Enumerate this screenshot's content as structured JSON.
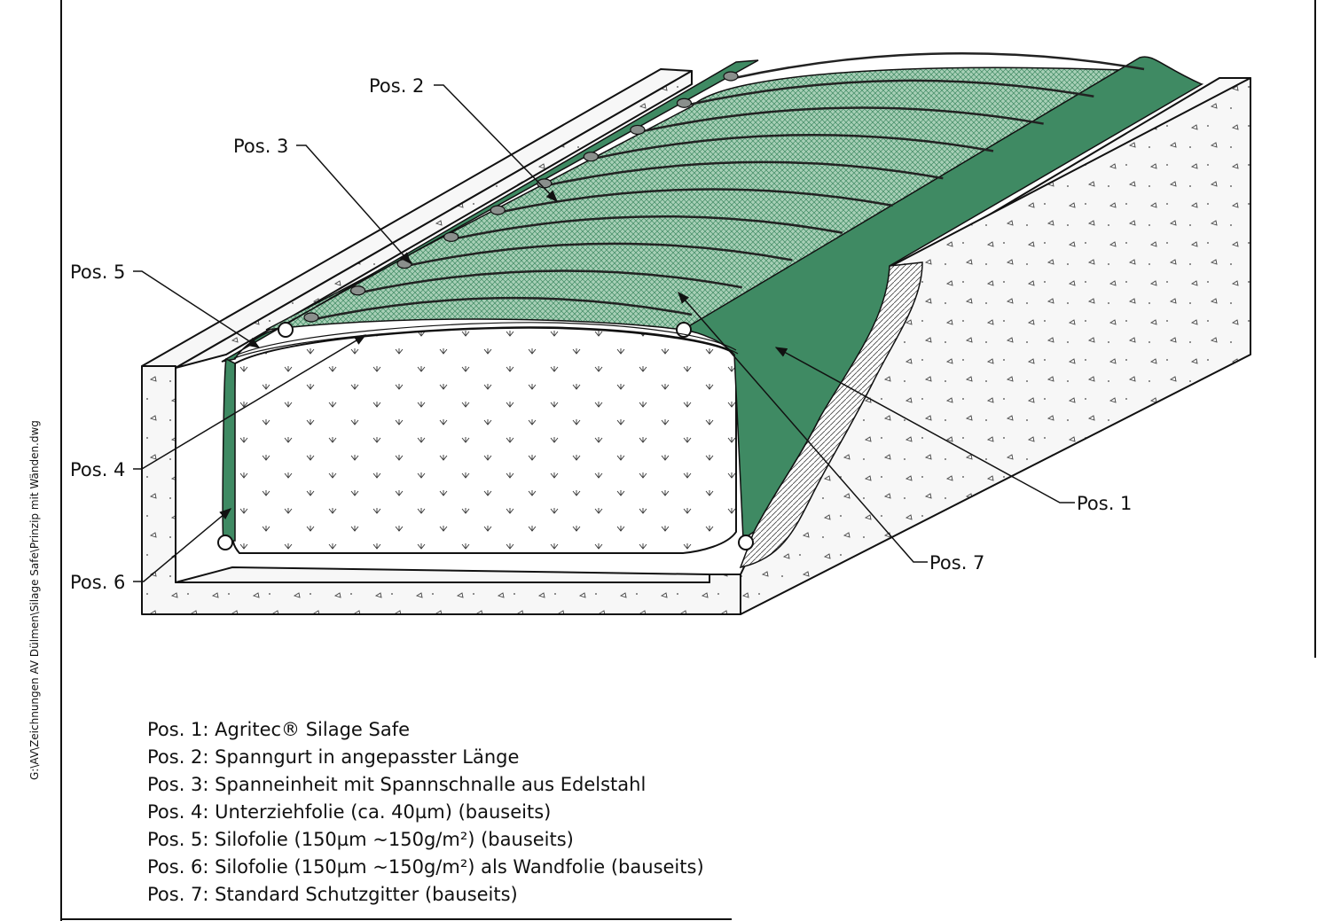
{
  "file_path": "G:\\AV\\Zeichnungen AV Dülmen\\Silage Safe\\Prinzip mit Wänden.dwg",
  "callouts": {
    "pos1": "Pos. 1",
    "pos2": "Pos. 2",
    "pos3": "Pos. 3",
    "pos4": "Pos. 4",
    "pos5": "Pos. 5",
    "pos6": "Pos. 6",
    "pos7": "Pos. 7"
  },
  "legend": [
    "Pos. 1: Agritec® Silage Safe",
    "Pos. 2: Spanngurt in angepasster Länge",
    "Pos. 3: Spanneinheit mit Spannschnalle aus Edelstahl",
    "Pos. 4: Unterziehfolie (ca. 40µm) (bauseits)",
    "Pos. 5: Silofolie (150µm ~150g/m²) (bauseits)",
    "Pos. 6: Silofolie (150µm ~150g/m²) als Wandfolie (bauseits)",
    "Pos. 7: Standard Schutzgitter (bauseits)"
  ],
  "colors": {
    "cover_green": "#3f8a63",
    "net_green": "#9cc7ad",
    "concrete": "#f7f7f7",
    "line": "#111111"
  }
}
